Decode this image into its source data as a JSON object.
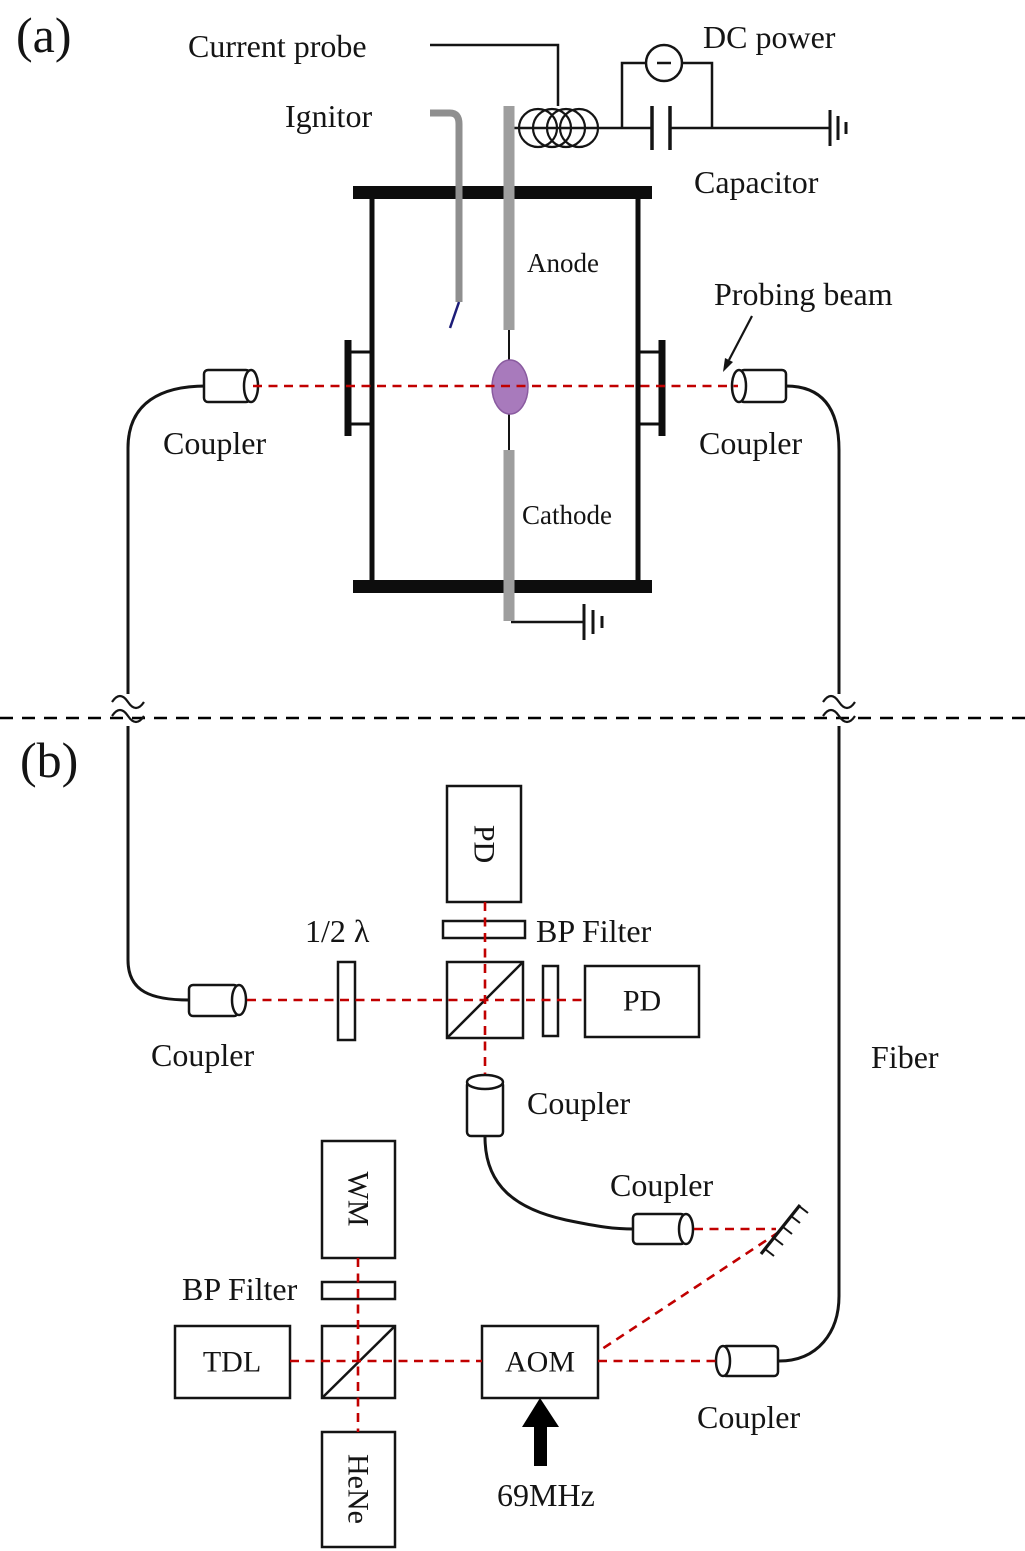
{
  "colors": {
    "beam": "#c10000",
    "plasma": "#a87abc",
    "plasma_edge": "#8a5ba0",
    "electrode": "#9e9e9e",
    "ignitor_wire": "#8f8f8f",
    "ignitor_tip": "#1c1c78"
  },
  "a": {
    "panel": "(a)",
    "current_probe": "Current probe",
    "dc_power": "DC power",
    "ignitor": "Ignitor",
    "capacitor": "Capacitor",
    "anode": "Anode",
    "cathode": "Cathode",
    "probing_beam": "Probing beam",
    "coupler_left": "Coupler",
    "coupler_right": "Coupler"
  },
  "b": {
    "panel": "(b)",
    "pd_top": "PD",
    "pd_side": "PD",
    "bp_filter_top": "BP Filter",
    "bp_filter_side": "BP Filter",
    "half_wave_plate": "1/2 λ",
    "coupler_input": "Coupler",
    "coupler_down": "Coupler",
    "coupler_mid": "Coupler",
    "coupler_out": "Coupler",
    "wavemeter": "WM",
    "tdl": "TDL",
    "aom": "AOM",
    "hene": "HeNe",
    "rf": "69MHz",
    "fiber": "Fiber"
  }
}
